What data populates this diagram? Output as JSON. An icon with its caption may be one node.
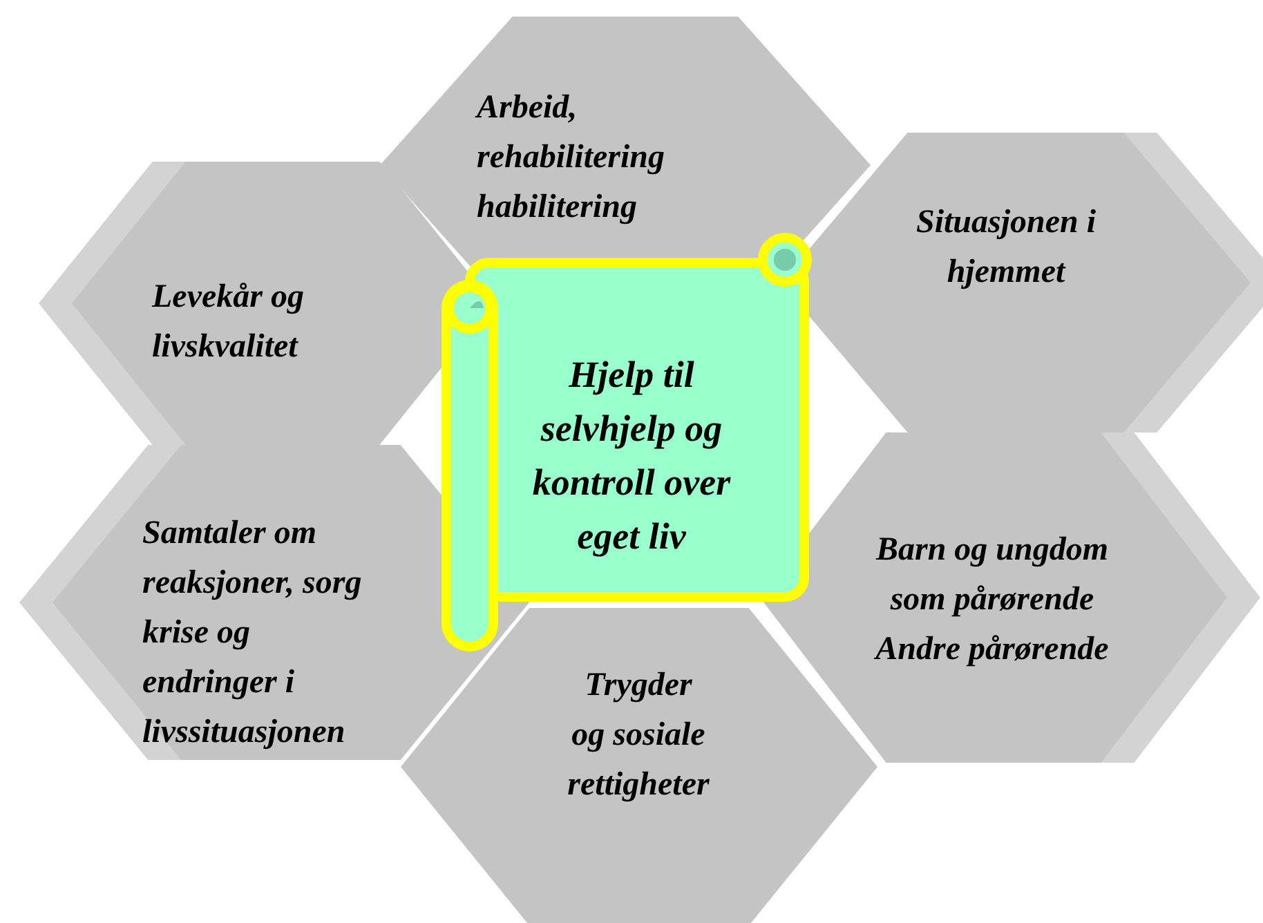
{
  "diagram": {
    "nodes": [
      {
        "text": [
          "Arbeid, rehabilitering habilitering"
        ]
      },
      {
        "text": [
          "Situasjonen i hjemmet"
        ]
      },
      {
        "text": [
          "Levekår og livskvalitet"
        ]
      },
      {
        "text": [
          "Hjelp til selvhjelp og kontroll over eget liv"
        ]
      },
      {
        "text": [
          "Samtaler om reaksjoner, sorg krise og endringer i livssituasjonen"
        ]
      },
      {
        "text": [
          "Barn og ungdom som pårørende Andre pårørende"
        ]
      },
      {
        "text": [
          "Trygder og sosiale rettigheter"
        ]
      }
    ]
  }
}
